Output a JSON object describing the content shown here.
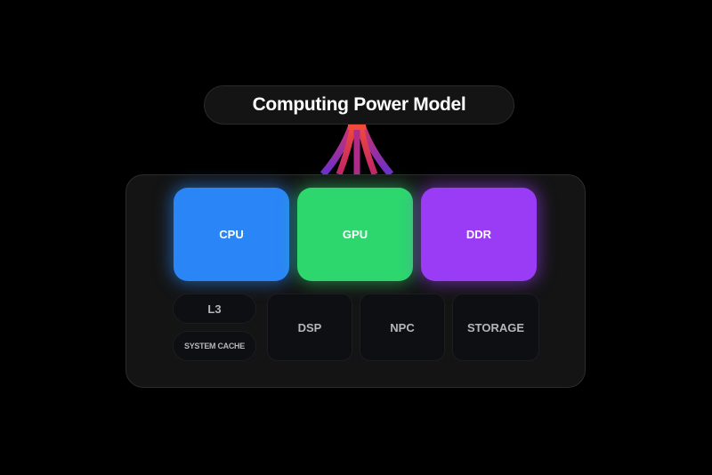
{
  "title": "Computing Power Model",
  "components": {
    "primary": [
      {
        "label": "CPU",
        "color": "#2a86f7"
      },
      {
        "label": "GPU",
        "color": "#2ed66e"
      },
      {
        "label": "DDR",
        "color": "#9a3cf5"
      }
    ],
    "secondary": [
      {
        "label": "L3"
      },
      {
        "label": "SYSTEM CACHE"
      },
      {
        "label": "DSP"
      },
      {
        "label": "NPC"
      },
      {
        "label": "STORAGE"
      }
    ]
  },
  "connector": {
    "colors": [
      "#e8403a",
      "#c4266e",
      "#6a2fd0"
    ]
  }
}
